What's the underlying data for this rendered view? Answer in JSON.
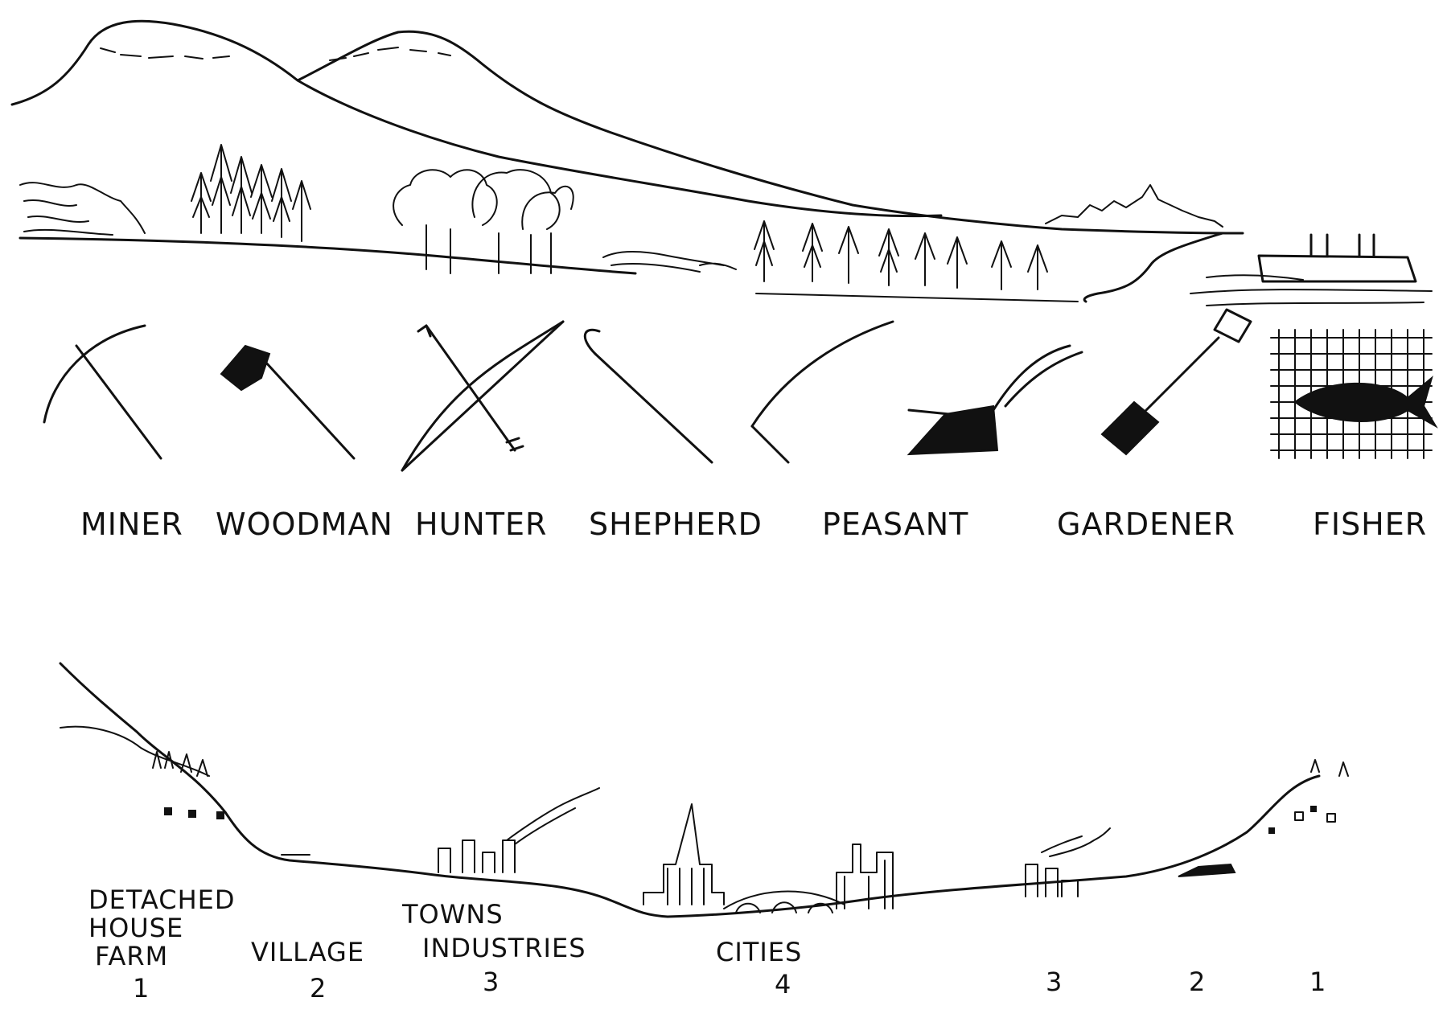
{
  "occupations": [
    {
      "id": "miner",
      "label": "MINER",
      "tool": "pickaxe-icon"
    },
    {
      "id": "woodman",
      "label": "WOODMAN",
      "tool": "axe-icon"
    },
    {
      "id": "hunter",
      "label": "HUNTER",
      "tool": "bow-and-arrow-icon"
    },
    {
      "id": "shepherd",
      "label": "SHEPHERD",
      "tool": "crook-icon"
    },
    {
      "id": "peasant",
      "label": "PEASANT",
      "tool": "plough-icon"
    },
    {
      "id": "gardener",
      "label": "GARDENER",
      "tool": "spade-icon"
    },
    {
      "id": "fisher",
      "label": "FISHER",
      "tool": "net-and-fish-icon"
    }
  ],
  "section": {
    "left": [
      {
        "lines": [
          "DETACHED",
          "HOUSE",
          "FARM"
        ],
        "number": "1"
      },
      {
        "lines": [
          "VILLAGE"
        ],
        "number": "2"
      },
      {
        "lines": [
          "TOWNS",
          "INDUSTRIES"
        ],
        "number": "3"
      },
      {
        "lines": [
          "CITIES"
        ],
        "number": "4"
      }
    ],
    "right_numbers": [
      "3",
      "2",
      "1"
    ]
  },
  "colors": {
    "ink": "#111111",
    "paper": "#ffffff"
  }
}
